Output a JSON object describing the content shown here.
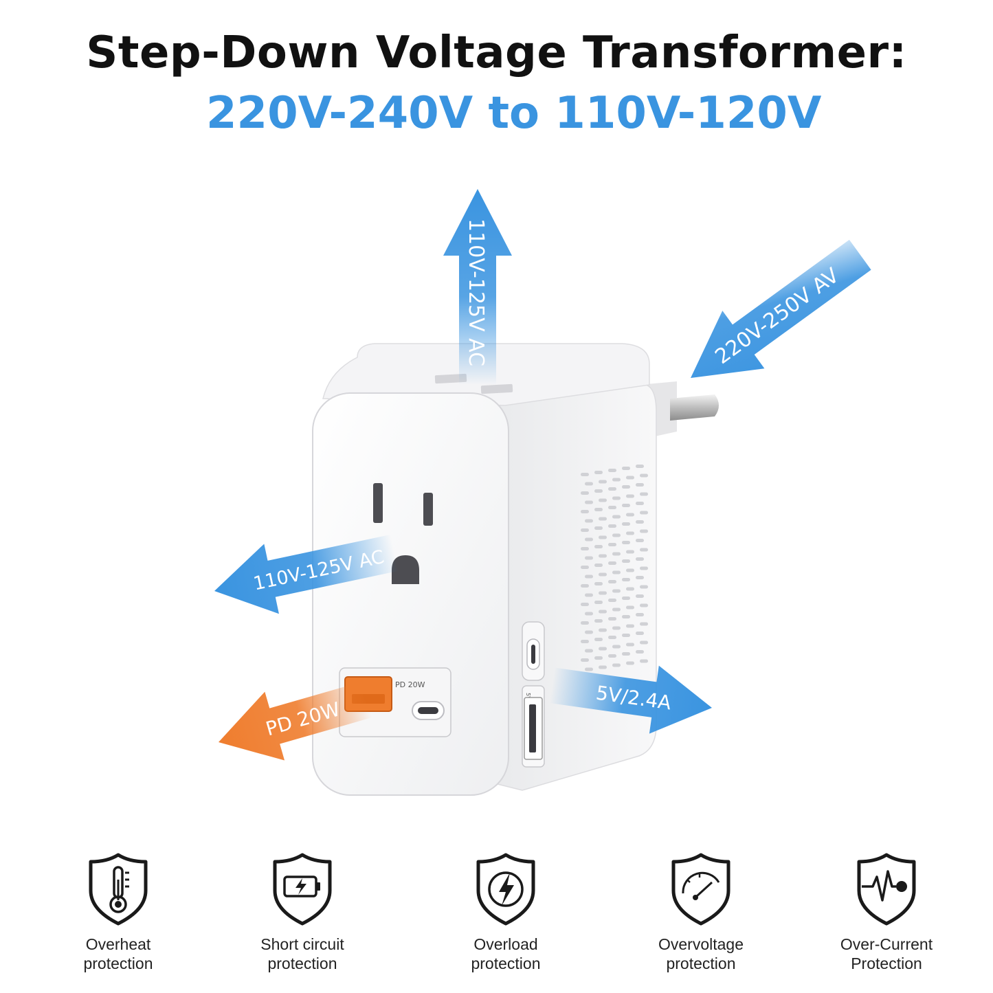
{
  "header": {
    "title": "Step-Down Voltage Transformer:",
    "subtitle": "220V-240V to 110V-120V"
  },
  "arrows": {
    "top_output": "110V-125V AC",
    "input": "220V-250V AV",
    "side_output": "110V-125V AC",
    "pd_output": "PD 20W",
    "usb_output": "5V/2.4A"
  },
  "device": {
    "pd_label": "PD 20W",
    "usb_label": "5V 2.4A"
  },
  "features": [
    {
      "icon": "thermometer-shield-icon",
      "line1": "Overheat",
      "line2": "protection"
    },
    {
      "icon": "battery-shield-icon",
      "line1": "Short circuit",
      "line2": "protection"
    },
    {
      "icon": "lightning-shield-icon",
      "line1": "Overload",
      "line2": "protection"
    },
    {
      "icon": "gauge-shield-icon",
      "line1": "Overvoltage",
      "line2": "protection"
    },
    {
      "icon": "pulse-shield-icon",
      "line1": "Over-Current",
      "line2": "Protection"
    }
  ],
  "colors": {
    "accent_blue": "#3a94e0",
    "accent_orange": "#ef7d2e"
  }
}
